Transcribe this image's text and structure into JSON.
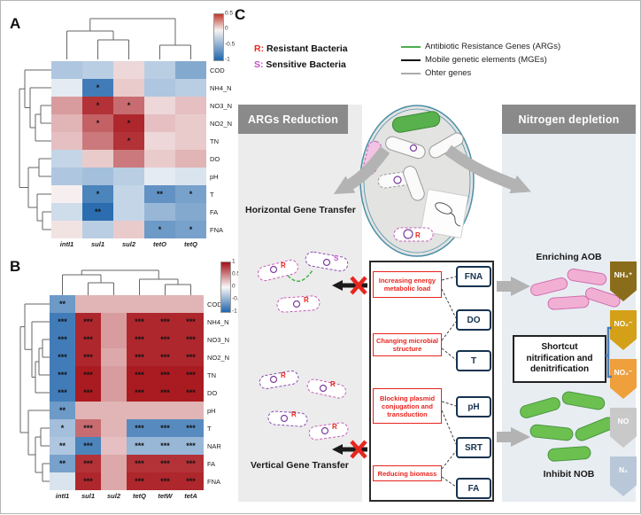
{
  "panel_a": {
    "label": "A"
  },
  "panel_b": {
    "label": "B"
  },
  "chart_data": [
    {
      "id": "panel_a_correlation_heatmap",
      "type": "heatmap",
      "columns": [
        "intI1",
        "sul1",
        "sul2",
        "tetO",
        "tetQ"
      ],
      "rows": [
        "COD",
        "NH4_N",
        "NO3_N",
        "NO2_N",
        "TN",
        "DO",
        "pH",
        "T",
        "FA",
        "FNA"
      ],
      "values": [
        [
          -0.35,
          -0.3,
          0.15,
          -0.3,
          -0.55
        ],
        [
          -0.1,
          -0.85,
          0.2,
          -0.35,
          -0.3
        ],
        [
          0.4,
          0.85,
          0.6,
          0.15,
          0.25
        ],
        [
          0.3,
          0.65,
          0.9,
          0.25,
          0.2
        ],
        [
          0.25,
          0.55,
          0.85,
          0.15,
          0.2
        ],
        [
          -0.25,
          0.2,
          0.55,
          0.2,
          0.3
        ],
        [
          -0.35,
          -0.4,
          -0.3,
          -0.1,
          -0.15
        ],
        [
          0.05,
          -0.8,
          -0.25,
          -0.7,
          -0.6
        ],
        [
          -0.2,
          -0.95,
          -0.25,
          -0.45,
          -0.55
        ],
        [
          0.1,
          -0.3,
          0.2,
          -0.65,
          -0.6
        ]
      ],
      "significance": [
        [
          "",
          "",
          "",
          "",
          ""
        ],
        [
          "",
          "*",
          "",
          "",
          ""
        ],
        [
          "",
          "*",
          "*",
          "",
          ""
        ],
        [
          "",
          "*",
          "*",
          "",
          ""
        ],
        [
          "",
          "",
          "*",
          "",
          ""
        ],
        [
          "",
          "",
          "",
          "",
          ""
        ],
        [
          "",
          "",
          "",
          "",
          ""
        ],
        [
          "",
          "*",
          "",
          "**",
          "*"
        ],
        [
          "",
          "**",
          "",
          "",
          ""
        ],
        [
          "",
          "",
          "",
          "*",
          "*"
        ]
      ],
      "colorbar_ticks": [
        "0.5",
        "0",
        "-0.5",
        "-1"
      ],
      "color_positive": "#b2182b",
      "color_negative": "#2166ac",
      "legend_position": "right"
    },
    {
      "id": "panel_b_correlation_heatmap",
      "type": "heatmap",
      "columns": [
        "intI1",
        "sul1",
        "sul2",
        "tetQ",
        "tetW",
        "tetA"
      ],
      "rows": [
        "COD",
        "NH4_N",
        "NO3_N",
        "NO2_N",
        "TN",
        "DO",
        "pH",
        "T",
        "NAR",
        "FA",
        "FNA"
      ],
      "values": [
        [
          -0.65,
          0.3,
          0.3,
          0.3,
          0.3,
          0.3
        ],
        [
          -0.85,
          0.9,
          0.4,
          0.9,
          0.9,
          0.9
        ],
        [
          -0.85,
          0.9,
          0.4,
          0.9,
          0.9,
          0.9
        ],
        [
          -0.85,
          0.9,
          0.35,
          0.9,
          0.9,
          0.9
        ],
        [
          -0.85,
          0.95,
          0.4,
          0.95,
          0.95,
          0.95
        ],
        [
          -0.85,
          0.95,
          0.4,
          0.95,
          0.95,
          0.95
        ],
        [
          -0.65,
          0.3,
          0.3,
          0.3,
          0.3,
          0.3
        ],
        [
          -0.4,
          0.6,
          0.3,
          -0.75,
          -0.75,
          -0.75
        ],
        [
          -0.35,
          -0.8,
          0.25,
          -0.45,
          -0.45,
          -0.45
        ],
        [
          -0.6,
          0.85,
          0.35,
          0.85,
          0.85,
          0.85
        ],
        [
          -0.15,
          0.9,
          0.35,
          0.9,
          0.9,
          0.9
        ]
      ],
      "significance": [
        [
          "**",
          "",
          "",
          "",
          "",
          ""
        ],
        [
          "***",
          "***",
          "",
          "***",
          "***",
          "***"
        ],
        [
          "***",
          "***",
          "",
          "***",
          "***",
          "***"
        ],
        [
          "***",
          "***",
          "",
          "***",
          "***",
          "***"
        ],
        [
          "***",
          "***",
          "",
          "***",
          "***",
          "***"
        ],
        [
          "***",
          "***",
          "",
          "***",
          "***",
          "***"
        ],
        [
          "**",
          "",
          "",
          "",
          "",
          ""
        ],
        [
          "*",
          "***",
          "",
          "***",
          "***",
          "***"
        ],
        [
          "**",
          "***",
          "",
          "***",
          "***",
          "***"
        ],
        [
          "**",
          "***",
          "",
          "***",
          "***",
          "***"
        ],
        [
          "",
          "***",
          "",
          "***",
          "***",
          "***"
        ]
      ],
      "colorbar_ticks": [
        "1",
        "0.5",
        "0",
        "-0.5",
        "-1"
      ],
      "color_positive": "#b2182b",
      "color_negative": "#2166ac",
      "legend_position": "right"
    }
  ],
  "panel_c": {
    "label": "C",
    "legend_bacteria": {
      "resistant_prefix": "R:",
      "resistant_label": " Resistant Bacteria",
      "resistant_color": "#e8251f",
      "sensitive_prefix": "S:",
      "sensitive_label": " Sensitive Bacteria",
      "sensitive_color": "#c84bd2"
    },
    "legend_genes": {
      "items": [
        {
          "label": "Antibiotic Resistance Genes (ARGs)",
          "color": "#4cae4f"
        },
        {
          "label": "Mobile genetic elements (MGEs)",
          "color": "#111111"
        },
        {
          "label": "Ohter genes",
          "color": "#aaaaaa"
        }
      ]
    },
    "banners": {
      "left": "ARGs Reduction",
      "right": "Nitrogen depletion"
    },
    "left_flow": {
      "top_label": "Horizontal Gene Transfer",
      "bottom_label": "Vertical Gene Transfer"
    },
    "center_box": {
      "factors": [
        "Increasing energy metabolic load",
        "Changing microbial structure",
        "Blocking plasmid conjugation and transduction",
        "Reducing biomass"
      ],
      "parameters": [
        "FNA",
        "DO",
        "T",
        "pH",
        "SRT",
        "FA"
      ]
    },
    "right_flow": {
      "aob_label": "Enriching AOB",
      "shortcut_label": "Shortcut nitrification and denitrification",
      "nob_label": "Inhibit NOB"
    },
    "nitrogen_chain": [
      {
        "label": "NH₄⁺",
        "color": "#8a6d1a"
      },
      {
        "label": "NO₂⁻",
        "color": "#d4a017"
      },
      {
        "label": "NO₂⁻",
        "color": "#ef9f3c"
      },
      {
        "label": "NO",
        "color": "#c9c9c9"
      },
      {
        "label": "N₂",
        "color": "#b9c8d8"
      }
    ]
  }
}
